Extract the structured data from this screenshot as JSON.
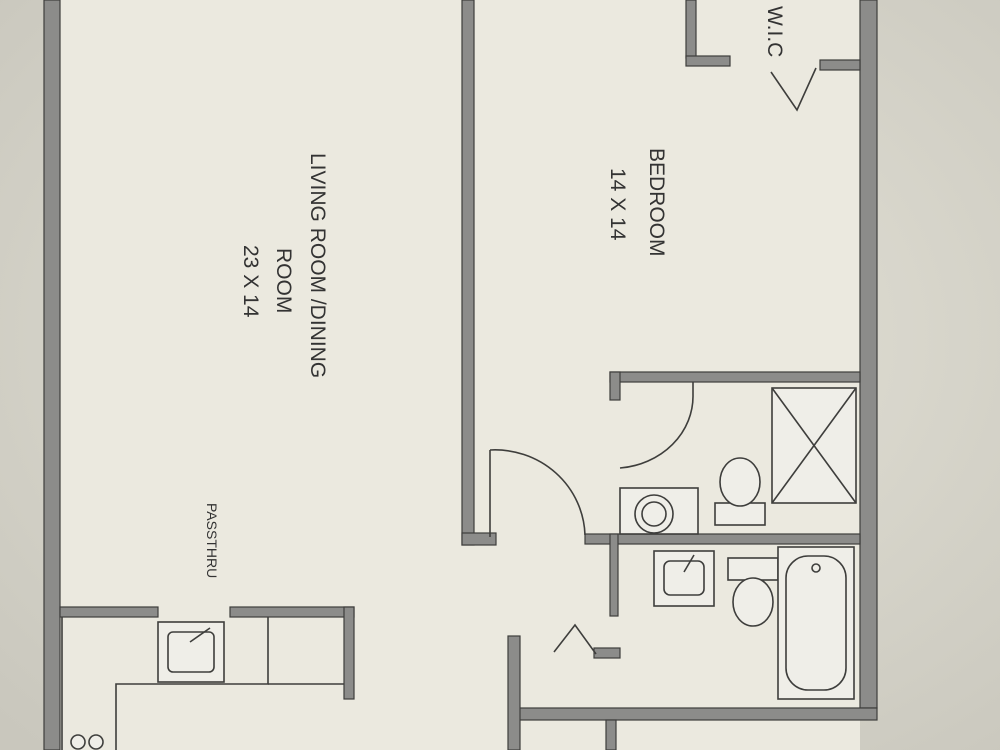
{
  "rooms": {
    "living": {
      "line1": "LIVING ROOM /DINING",
      "line2": "ROOM",
      "dims": "23 X 14"
    },
    "bedroom": {
      "name": "BEDROOM",
      "dims": "14 X 14"
    },
    "closet": {
      "name": "W.I.C"
    }
  },
  "labels": {
    "passthru": "PASSTHRU"
  }
}
